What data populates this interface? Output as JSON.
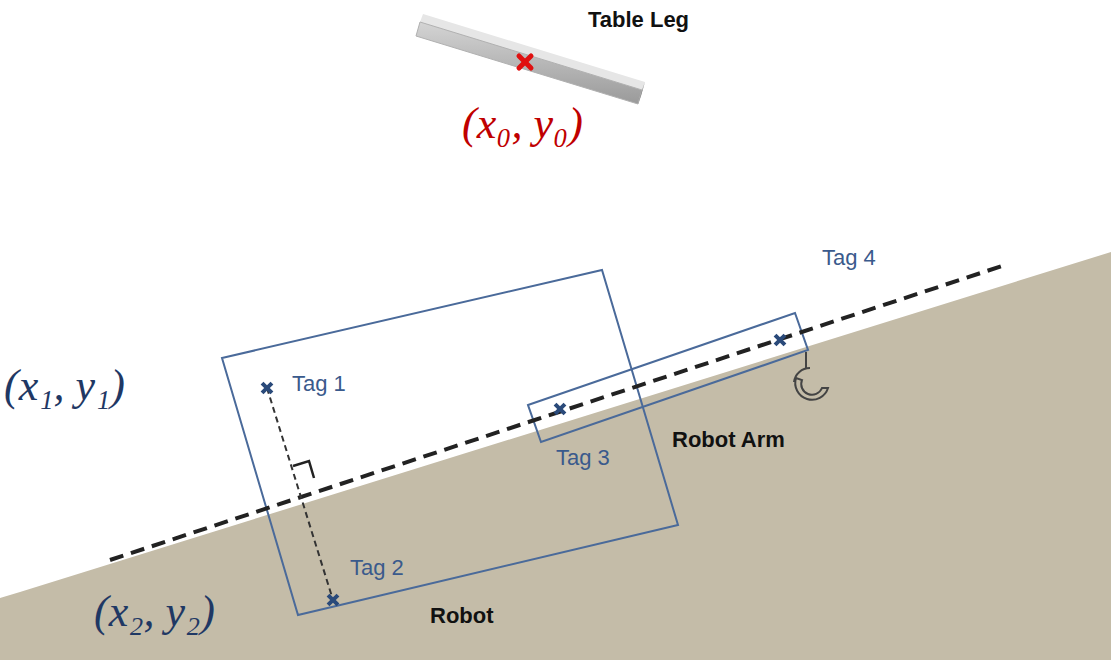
{
  "diagram": {
    "labels": [
      "Table Leg",
      "(x₀, y₀)",
      "Tag 4",
      "(x₁, y₁)",
      "Tag 1",
      "Tag 3",
      "Robot Arm",
      "Tag 2",
      "(x₂, y₂)",
      "Robot"
    ]
  }
}
